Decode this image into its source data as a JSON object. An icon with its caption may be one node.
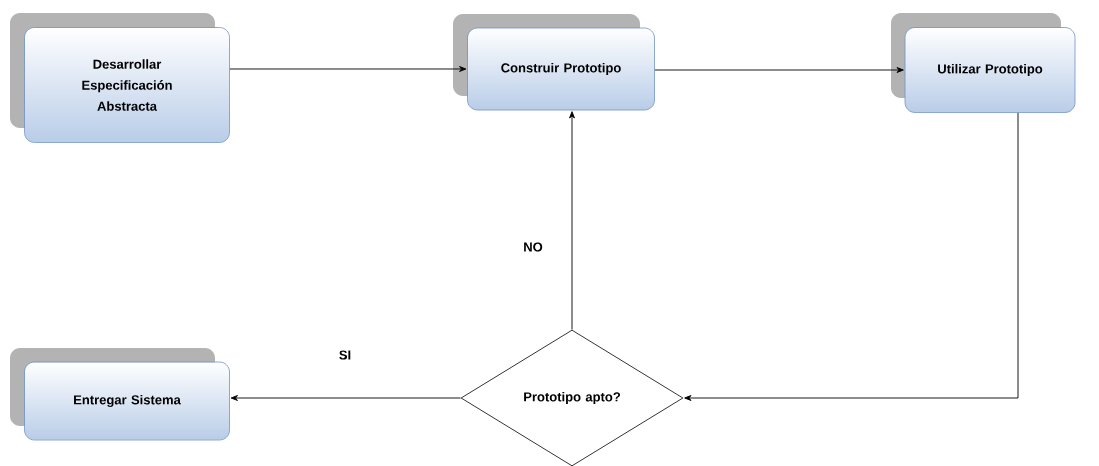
{
  "diagram": {
    "nodes": [
      {
        "text": [
          "Desarrollar Especificación Abstracta"
        ]
      },
      {
        "text": [
          "Construir Prototipo"
        ]
      },
      {
        "text": [
          "Utilizar Prototipo"
        ]
      },
      {
        "text": [
          "Prototipo apto?"
        ]
      },
      {
        "text": [
          "Entregar Sistema"
        ]
      }
    ],
    "edges": [
      {
        "from": 0,
        "to": 1,
        "arrow": "to"
      },
      {
        "from": 1,
        "to": 2,
        "arrow": "to"
      },
      {
        "from": 2,
        "to": 3,
        "arrow": "to"
      },
      {
        "from": 3,
        "to": 1,
        "arrow": "to",
        "label": "NO"
      },
      {
        "from": 3,
        "to": 4,
        "arrow": "to",
        "label": "SI"
      }
    ]
  }
}
